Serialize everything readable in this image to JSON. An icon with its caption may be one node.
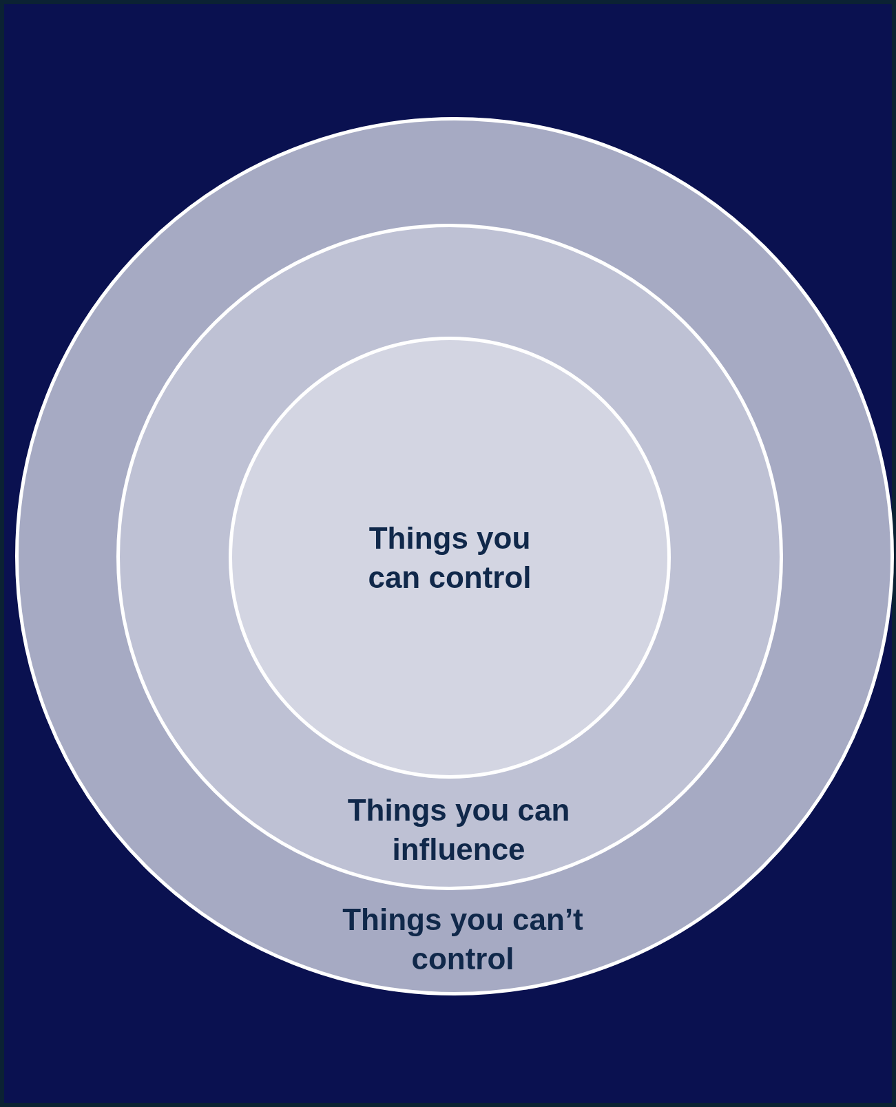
{
  "diagram": {
    "nodes": [
      {
        "text": [
          "Things you can’t control"
        ]
      },
      {
        "text": [
          "Things you can influence"
        ],
        "in": 0
      },
      {
        "text": [
          "Things you can control"
        ],
        "in": 1
      }
    ]
  }
}
